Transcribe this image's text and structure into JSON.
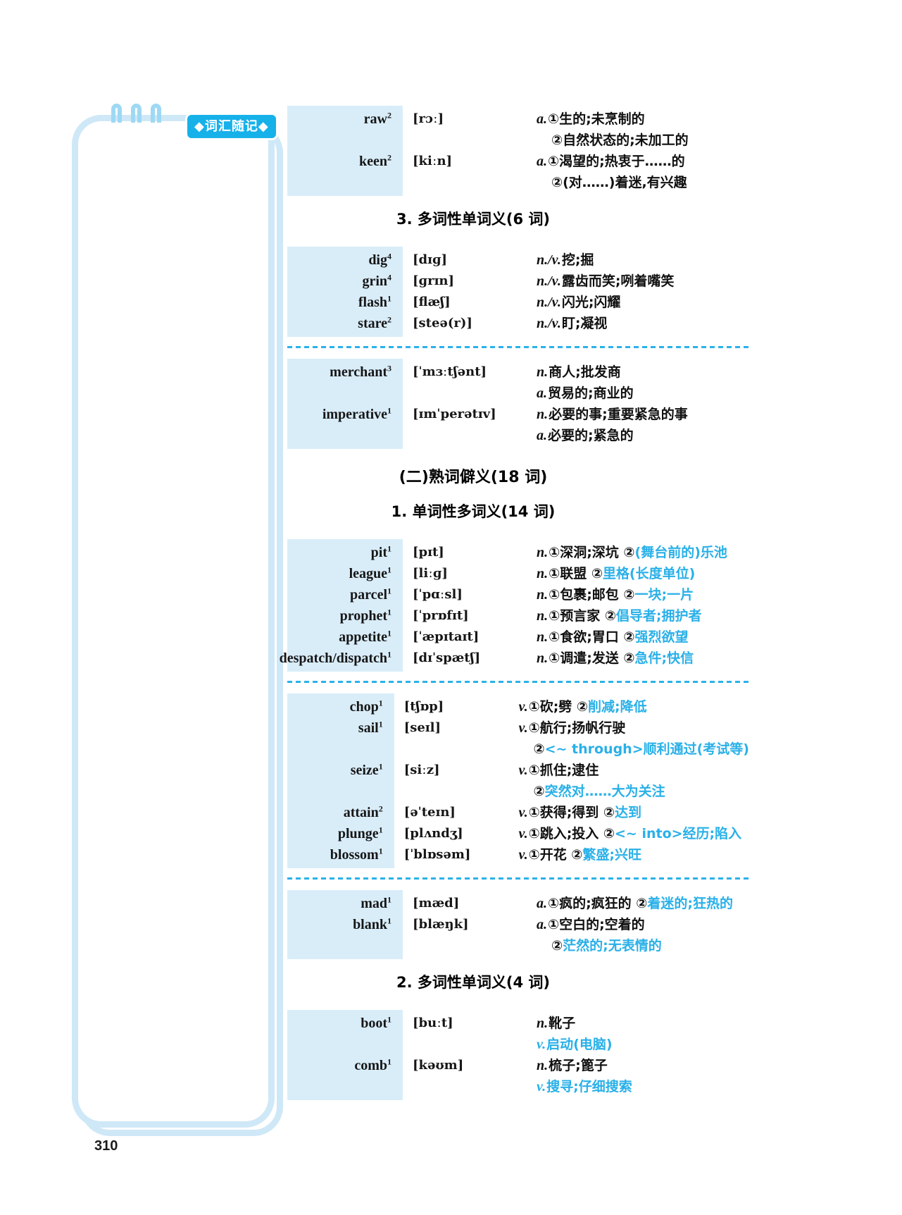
{
  "page": {
    "number": "310"
  },
  "badge": {
    "label": "◆词汇随记◆"
  },
  "colors": {
    "accent_blue": "#29b0e8",
    "badge_bg": "#17b1ea",
    "word_block_bg": "#d9edf9",
    "frame_border": "#cfe8f7"
  },
  "content": [
    {
      "type": "entries",
      "entries": [
        {
          "word": "raw",
          "sup": "2",
          "phonetic": "[rɔː]",
          "defs": [
            {
              "ind": 0,
              "segs": [
                {
                  "t": "a.",
                  "c": "pos"
                },
                {
                  "t": "①生的;未烹制的",
                  "c": "k"
                }
              ]
            },
            {
              "ind": 1,
              "segs": [
                {
                  "t": "②自然状态的;未加工的",
                  "c": "k"
                }
              ]
            }
          ]
        },
        {
          "word": "keen",
          "sup": "2",
          "phonetic": "[kiːn]",
          "defs": [
            {
              "ind": 0,
              "segs": [
                {
                  "t": "a.",
                  "c": "pos"
                },
                {
                  "t": "①渴望的;热衷于……的",
                  "c": "k"
                }
              ]
            },
            {
              "ind": 1,
              "segs": [
                {
                  "t": "②(对……)着迷,有兴趣",
                  "c": "k"
                }
              ]
            }
          ]
        }
      ]
    },
    {
      "type": "header",
      "style": "sub",
      "text": "3. 多词性单词义(6 词)"
    },
    {
      "type": "entries",
      "entries": [
        {
          "word": "dig",
          "sup": "4",
          "phonetic": "[dɪɡ]",
          "defs": [
            {
              "ind": 0,
              "segs": [
                {
                  "t": "n./v.",
                  "c": "pos"
                },
                {
                  "t": "挖;掘",
                  "c": "k"
                }
              ]
            }
          ]
        },
        {
          "word": "grin",
          "sup": "4",
          "phonetic": "[ɡrɪn]",
          "defs": [
            {
              "ind": 0,
              "segs": [
                {
                  "t": "n./v.",
                  "c": "pos"
                },
                {
                  "t": "露齿而笑;咧着嘴笑",
                  "c": "k"
                }
              ]
            }
          ]
        },
        {
          "word": "flash",
          "sup": "1",
          "phonetic": "[flæʃ]",
          "defs": [
            {
              "ind": 0,
              "segs": [
                {
                  "t": "n./v.",
                  "c": "pos"
                },
                {
                  "t": "闪光;闪耀",
                  "c": "k"
                }
              ]
            }
          ]
        },
        {
          "word": "stare",
          "sup": "2",
          "phonetic": "[steə(r)]",
          "defs": [
            {
              "ind": 0,
              "segs": [
                {
                  "t": "n./v.",
                  "c": "pos"
                },
                {
                  "t": "盯;凝视",
                  "c": "k"
                }
              ]
            }
          ]
        }
      ]
    },
    {
      "type": "separator"
    },
    {
      "type": "entries",
      "entries": [
        {
          "word": "merchant",
          "sup": "3",
          "phonetic": "[ˈmɜːtʃənt]",
          "defs": [
            {
              "ind": 0,
              "segs": [
                {
                  "t": "n.",
                  "c": "pos"
                },
                {
                  "t": "商人;批发商",
                  "c": "k"
                }
              ]
            },
            {
              "ind": 0,
              "segs": [
                {
                  "t": "a.",
                  "c": "pos"
                },
                {
                  "t": "贸易的;商业的",
                  "c": "k"
                }
              ]
            }
          ]
        },
        {
          "word": "imperative",
          "sup": "1",
          "phonetic": "[ɪmˈperətɪv]",
          "defs": [
            {
              "ind": 0,
              "segs": [
                {
                  "t": "n.",
                  "c": "pos"
                },
                {
                  "t": "必要的事;重要紧急的事",
                  "c": "k"
                }
              ]
            },
            {
              "ind": 0,
              "segs": [
                {
                  "t": "a.",
                  "c": "pos"
                },
                {
                  "t": "必要的;紧急的",
                  "c": "k"
                }
              ]
            }
          ]
        }
      ]
    },
    {
      "type": "header",
      "style": "major",
      "text": "(二)熟词僻义(18 词)"
    },
    {
      "type": "header",
      "style": "sub",
      "text": "1. 单词性多词义(14 词)"
    },
    {
      "type": "entries",
      "entries": [
        {
          "word": "pit",
          "sup": "1",
          "phonetic": "[pɪt]",
          "defs": [
            {
              "ind": 0,
              "segs": [
                {
                  "t": "n.",
                  "c": "pos"
                },
                {
                  "t": "①深洞;深坑 ②",
                  "c": "k"
                },
                {
                  "t": "(舞台前的)乐池",
                  "c": "b"
                }
              ]
            }
          ]
        },
        {
          "word": "league",
          "sup": "1",
          "phonetic": "[liːɡ]",
          "defs": [
            {
              "ind": 0,
              "segs": [
                {
                  "t": "n.",
                  "c": "pos"
                },
                {
                  "t": "①联盟 ②",
                  "c": "k"
                },
                {
                  "t": "里格(长度单位)",
                  "c": "b"
                }
              ]
            }
          ]
        },
        {
          "word": "parcel",
          "sup": "1",
          "phonetic": "[ˈpɑːsl]",
          "defs": [
            {
              "ind": 0,
              "segs": [
                {
                  "t": "n.",
                  "c": "pos"
                },
                {
                  "t": "①包裹;邮包 ②",
                  "c": "k"
                },
                {
                  "t": "一块;一片",
                  "c": "b"
                }
              ]
            }
          ]
        },
        {
          "word": "prophet",
          "sup": "1",
          "phonetic": "[ˈprɒfɪt]",
          "defs": [
            {
              "ind": 0,
              "segs": [
                {
                  "t": "n.",
                  "c": "pos"
                },
                {
                  "t": "①预言家 ②",
                  "c": "k"
                },
                {
                  "t": "倡导者;拥护者",
                  "c": "b"
                }
              ]
            }
          ]
        },
        {
          "word": "appetite",
          "sup": "1",
          "phonetic": "[ˈæpɪtaɪt]",
          "defs": [
            {
              "ind": 0,
              "segs": [
                {
                  "t": "n.",
                  "c": "pos"
                },
                {
                  "t": "①食欲;胃口 ②",
                  "c": "k"
                },
                {
                  "t": "强烈欲望",
                  "c": "b"
                }
              ]
            }
          ]
        },
        {
          "word": "despatch/dispatch",
          "sup": "1",
          "phonetic": "[dɪˈspætʃ]",
          "defs": [
            {
              "ind": 0,
              "segs": [
                {
                  "t": "n.",
                  "c": "pos"
                },
                {
                  "t": "①调遣;发送 ②",
                  "c": "k"
                },
                {
                  "t": "急件;快信",
                  "c": "b"
                }
              ]
            }
          ]
        }
      ]
    },
    {
      "type": "separator"
    },
    {
      "type": "entries",
      "entries": [
        {
          "word": "chop",
          "sup": "1",
          "phonetic": "[tʃɒp]",
          "defs": [
            {
              "ind": 0,
              "segs": [
                {
                  "t": "v.",
                  "c": "pos"
                },
                {
                  "t": "①砍;劈 ②",
                  "c": "k"
                },
                {
                  "t": "削减;降低",
                  "c": "b"
                }
              ]
            }
          ]
        },
        {
          "word": "sail",
          "sup": "1",
          "phonetic": "[seɪl]",
          "defs": [
            {
              "ind": 0,
              "segs": [
                {
                  "t": "v.",
                  "c": "pos"
                },
                {
                  "t": "①航行;扬帆行驶",
                  "c": "k"
                }
              ]
            },
            {
              "ind": 1,
              "segs": [
                {
                  "t": "②",
                  "c": "k"
                },
                {
                  "t": "<~ through>顺利通过(考试等)",
                  "c": "b"
                }
              ]
            }
          ]
        },
        {
          "word": "seize",
          "sup": "1",
          "phonetic": "[siːz]",
          "defs": [
            {
              "ind": 0,
              "segs": [
                {
                  "t": "v.",
                  "c": "pos"
                },
                {
                  "t": "①抓住;逮住",
                  "c": "k"
                }
              ]
            },
            {
              "ind": 1,
              "segs": [
                {
                  "t": "②",
                  "c": "k"
                },
                {
                  "t": "突然对……大为关注",
                  "c": "b"
                }
              ]
            }
          ]
        },
        {
          "word": "attain",
          "sup": "2",
          "phonetic": "[əˈteɪn]",
          "defs": [
            {
              "ind": 0,
              "segs": [
                {
                  "t": "v.",
                  "c": "pos"
                },
                {
                  "t": "①获得;得到 ②",
                  "c": "k"
                },
                {
                  "t": "达到",
                  "c": "b"
                }
              ]
            }
          ]
        },
        {
          "word": "plunge",
          "sup": "1",
          "phonetic": "[plʌndʒ]",
          "defs": [
            {
              "ind": 0,
              "segs": [
                {
                  "t": "v.",
                  "c": "pos"
                },
                {
                  "t": "①跳入;投入 ②",
                  "c": "k"
                },
                {
                  "t": "<~ into>经历;陷入",
                  "c": "b"
                }
              ]
            }
          ]
        },
        {
          "word": "blossom",
          "sup": "1",
          "phonetic": "[ˈblɒsəm]",
          "defs": [
            {
              "ind": 0,
              "segs": [
                {
                  "t": "v.",
                  "c": "pos"
                },
                {
                  "t": "①开花 ②",
                  "c": "k"
                },
                {
                  "t": "繁盛;兴旺",
                  "c": "b"
                }
              ]
            }
          ]
        }
      ]
    },
    {
      "type": "separator"
    },
    {
      "type": "entries",
      "entries": [
        {
          "word": "mad",
          "sup": "1",
          "phonetic": "[mæd]",
          "defs": [
            {
              "ind": 0,
              "segs": [
                {
                  "t": "a.",
                  "c": "pos"
                },
                {
                  "t": "①疯的;疯狂的 ②",
                  "c": "k"
                },
                {
                  "t": "着迷的;狂热的",
                  "c": "b"
                }
              ]
            }
          ]
        },
        {
          "word": "blank",
          "sup": "1",
          "phonetic": "[blæŋk]",
          "defs": [
            {
              "ind": 0,
              "segs": [
                {
                  "t": "a.",
                  "c": "pos"
                },
                {
                  "t": "①空白的;空着的",
                  "c": "k"
                }
              ]
            },
            {
              "ind": 1,
              "segs": [
                {
                  "t": "②",
                  "c": "k"
                },
                {
                  "t": "茫然的;无表情的",
                  "c": "b"
                }
              ]
            }
          ]
        }
      ]
    },
    {
      "type": "header",
      "style": "sub",
      "text": "2. 多词性单词义(4 词)"
    },
    {
      "type": "entries",
      "entries": [
        {
          "word": "boot",
          "sup": "1",
          "phonetic": "[buːt]",
          "defs": [
            {
              "ind": 0,
              "segs": [
                {
                  "t": "n.",
                  "c": "pos"
                },
                {
                  "t": "靴子",
                  "c": "k"
                }
              ]
            },
            {
              "ind": 0,
              "segs": [
                {
                  "t": "v.",
                  "c": "posb"
                },
                {
                  "t": "启动(电脑)",
                  "c": "b"
                }
              ]
            }
          ]
        },
        {
          "word": "comb",
          "sup": "1",
          "phonetic": "[kəʊm]",
          "defs": [
            {
              "ind": 0,
              "segs": [
                {
                  "t": "n.",
                  "c": "pos"
                },
                {
                  "t": "梳子;篦子",
                  "c": "k"
                }
              ]
            },
            {
              "ind": 0,
              "segs": [
                {
                  "t": "v.",
                  "c": "posb"
                },
                {
                  "t": "搜寻;仔细搜索",
                  "c": "b"
                }
              ]
            }
          ]
        }
      ]
    }
  ]
}
